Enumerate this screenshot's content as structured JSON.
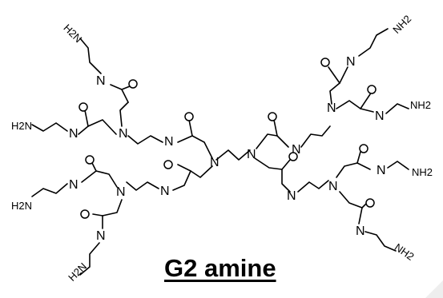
{
  "title": "G2 amine",
  "labels": {
    "N": "N",
    "NH2": "NH2",
    "H2N": "H2N"
  }
}
